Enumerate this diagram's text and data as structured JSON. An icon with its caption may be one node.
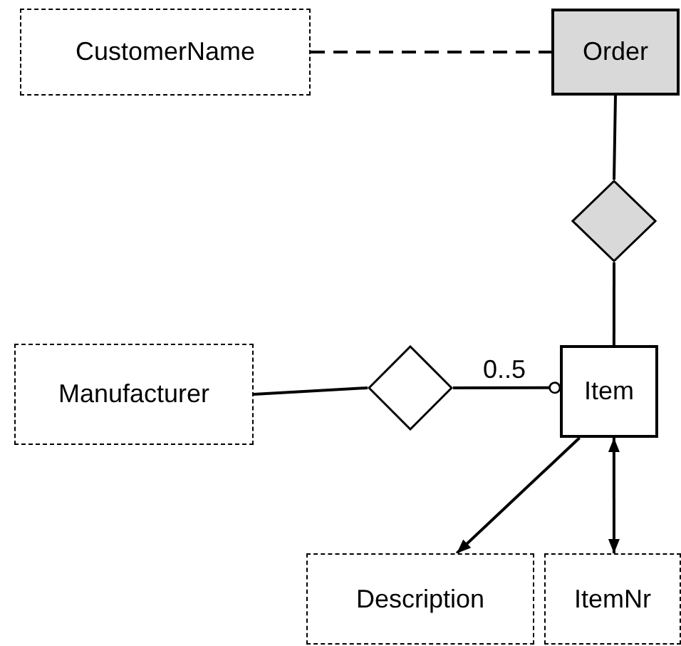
{
  "diagram": {
    "nodes": [
      {
        "text": [
          "CustomerName"
        ]
      },
      {
        "text": [
          "Order"
        ]
      },
      {
        "text": [],
        "shape": "diamond"
      },
      {
        "text": [
          "Manufacturer"
        ]
      },
      {
        "text": [],
        "shape": "diamond"
      },
      {
        "text": [
          "Item"
        ]
      },
      {
        "text": [
          "Description"
        ]
      },
      {
        "text": [
          "ItemNr"
        ]
      }
    ],
    "edges": [
      {
        "from": 0,
        "to": 1,
        "arrow": "none",
        "style": "dashed"
      },
      {
        "from": 1,
        "to": 2,
        "arrow": "none"
      },
      {
        "from": 2,
        "to": 5,
        "arrow": "none"
      },
      {
        "from": 3,
        "to": 4,
        "arrow": "none"
      },
      {
        "from": 4,
        "to": 5,
        "arrow": "other",
        "label": "0..5"
      },
      {
        "from": 5,
        "to": 6,
        "arrow": "to"
      },
      {
        "from": 5,
        "to": 7,
        "arrow": "both"
      }
    ]
  }
}
